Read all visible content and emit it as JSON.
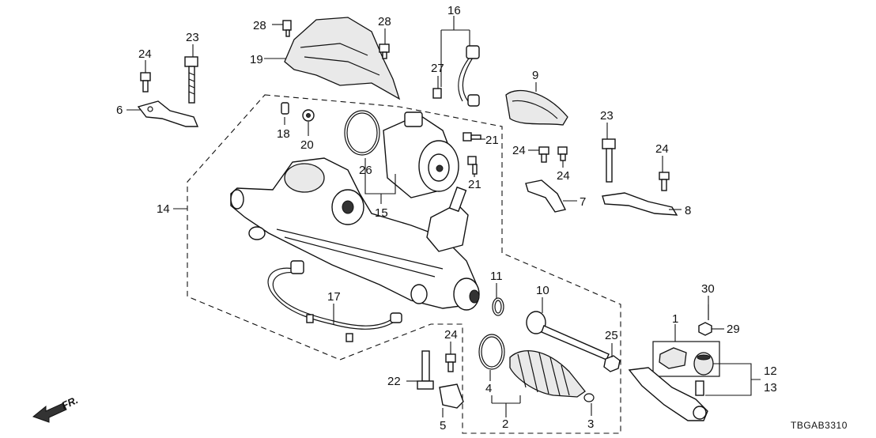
{
  "diagram": {
    "drawing_code": "TBGAB3310",
    "direction_label": "FR.",
    "part_labels": {
      "p1": "1",
      "p2": "2",
      "p3": "3",
      "p4": "4",
      "p5": "5",
      "p6": "6",
      "p7": "7",
      "p8": "8",
      "p9": "9",
      "p10": "10",
      "p11": "11",
      "p12": "12",
      "p13": "13",
      "p14": "14",
      "p15": "15",
      "p16": "16",
      "p17": "17",
      "p18": "18",
      "p19": "19",
      "p20": "20",
      "p21a": "21",
      "p21b": "21",
      "p22": "22",
      "p23a": "23",
      "p23b": "23",
      "p24a": "24",
      "p24b": "24",
      "p24c": "24",
      "p24d": "24",
      "p24e": "24",
      "p25": "25",
      "p26": "26",
      "p27": "27",
      "p28a": "28",
      "p28b": "28",
      "p29": "29",
      "p30": "30"
    }
  }
}
